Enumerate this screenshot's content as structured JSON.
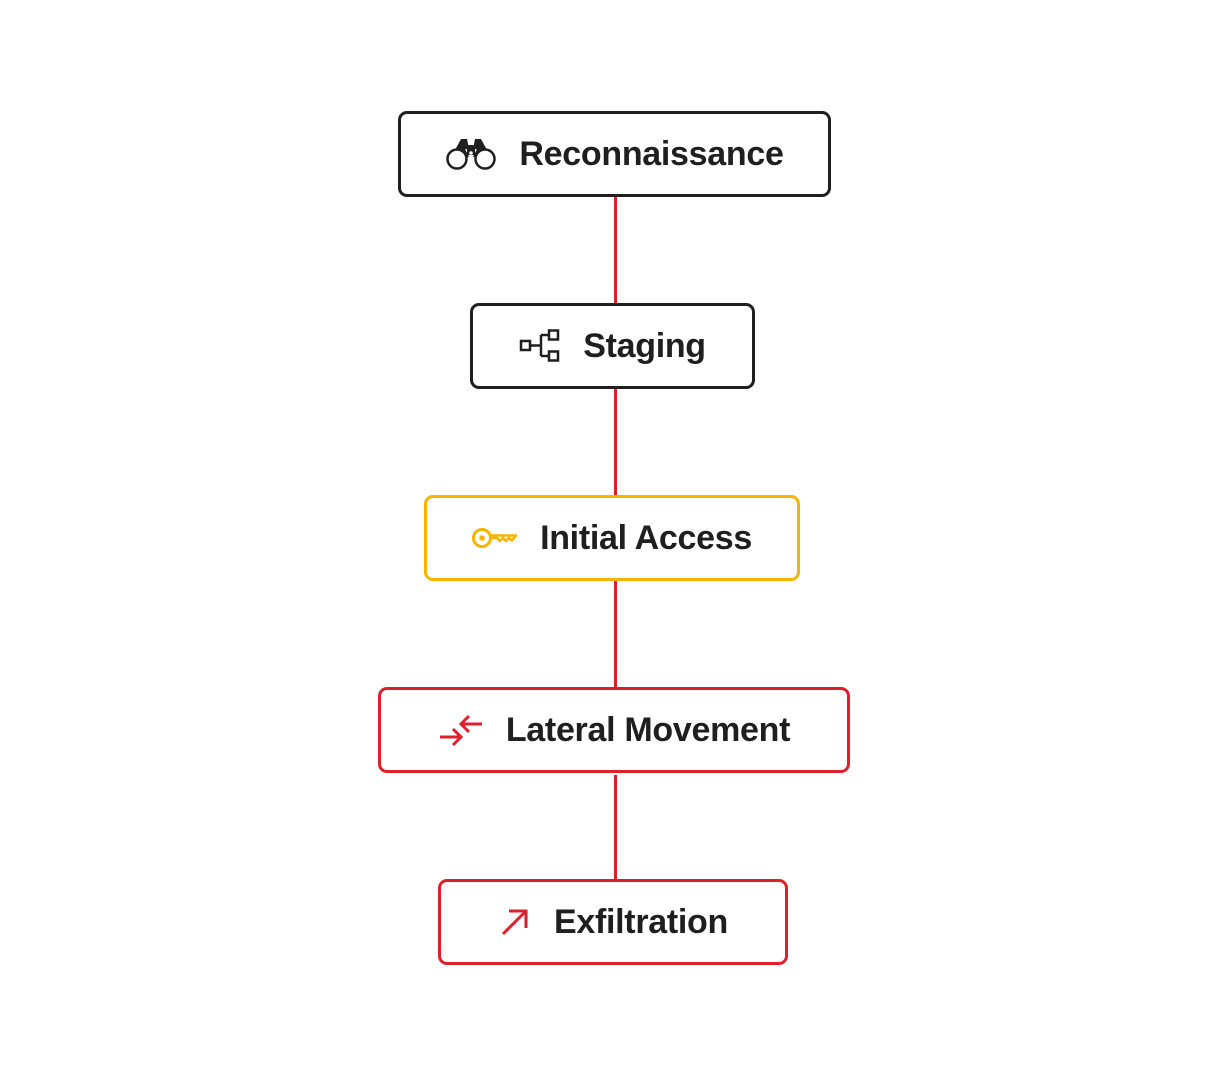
{
  "diagram": {
    "nodes": [
      {
        "label": "Reconnaissance",
        "icon": "binoculars-icon",
        "color": "#1f1f1f"
      },
      {
        "label": "Staging",
        "icon": "hierarchy-icon",
        "color": "#1f1f1f"
      },
      {
        "label": "Initial Access",
        "icon": "key-icon",
        "color": "#f4b400"
      },
      {
        "label": "Lateral Movement",
        "icon": "arrows-inward-icon",
        "color": "#e01f2d"
      },
      {
        "label": "Exfiltration",
        "icon": "arrow-up-right-icon",
        "color": "#e01f2d"
      }
    ],
    "connector_color": "#e01f2d"
  }
}
